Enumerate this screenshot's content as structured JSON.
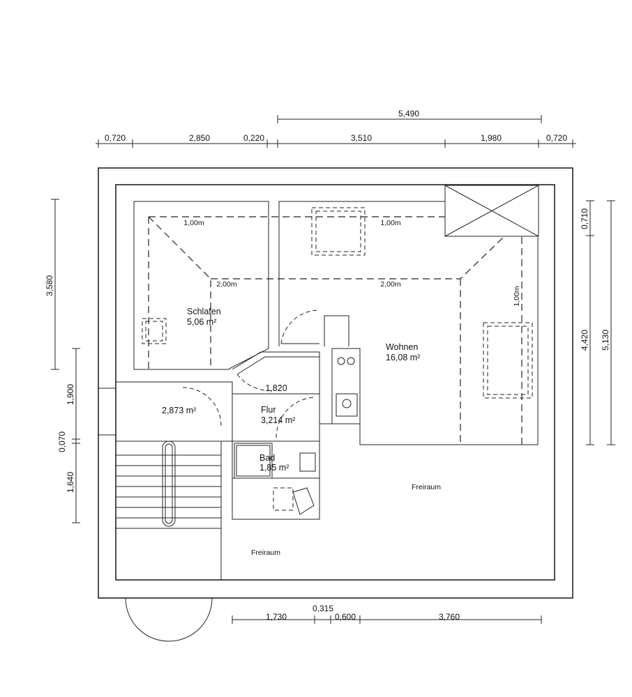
{
  "dimensions": {
    "top_overall": "5,490",
    "top": [
      "0,720",
      "2,850",
      "0,220",
      "3,510",
      "1,980",
      "0,720"
    ],
    "bottom": [
      "1,730",
      "0,315",
      "0,600",
      "3,760"
    ],
    "left": [
      "3,580",
      "1,900",
      "0,070",
      "1,640"
    ],
    "right": [
      "0,710",
      "4,420",
      "5,130"
    ]
  },
  "rooms": {
    "schlafen": {
      "name": "Schlafen",
      "area": "5,06 m²"
    },
    "wohnen": {
      "name": "Wohnen",
      "area": "16,08 m²"
    },
    "stair": {
      "area": "2,873 m²"
    },
    "flur": {
      "name": "Flur",
      "area": "3,214 m²"
    },
    "bad": {
      "name": "Bad",
      "area": "1,85 m²"
    },
    "freiraum_right": {
      "name": "Freiraum"
    },
    "freiraum_bottom": {
      "name": "Freiraum"
    }
  },
  "heights": {
    "h1": "1,00m",
    "h2": "1,00m",
    "h3": "2,00m",
    "h4": "2,00m",
    "h5": "1,00m",
    "flur_width": "1,820"
  }
}
